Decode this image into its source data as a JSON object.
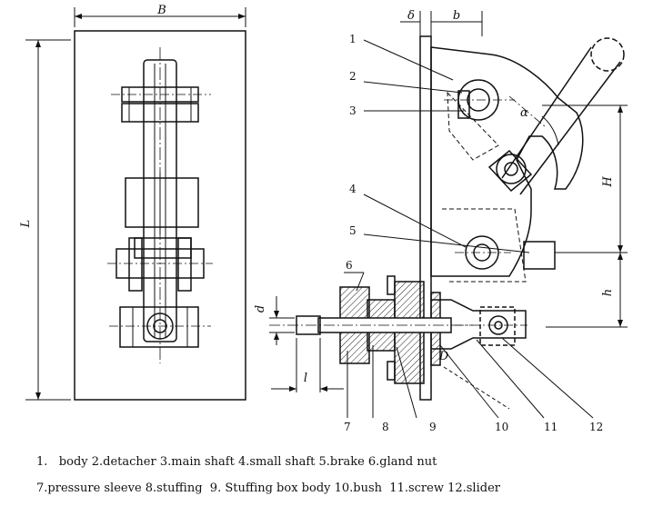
{
  "dimensions": {
    "width": "B",
    "length": "L",
    "delta": "δ",
    "b": "b",
    "alpha": "α",
    "height": "H",
    "h": "h",
    "d": "d",
    "l": "l",
    "D": "D"
  },
  "callouts": [
    "1",
    "2",
    "3",
    "4",
    "5",
    "6",
    "7",
    "8",
    "9",
    "10",
    "11",
    "12"
  ],
  "legend": {
    "line1": "1.   body 2.detacher 3.main shaft 4.small shaft 5.brake 6.gland nut",
    "line2": "7.pressure sleeve 8.stuffing  9. Stuffing box body 10.bush  11.screw 12.slider"
  }
}
